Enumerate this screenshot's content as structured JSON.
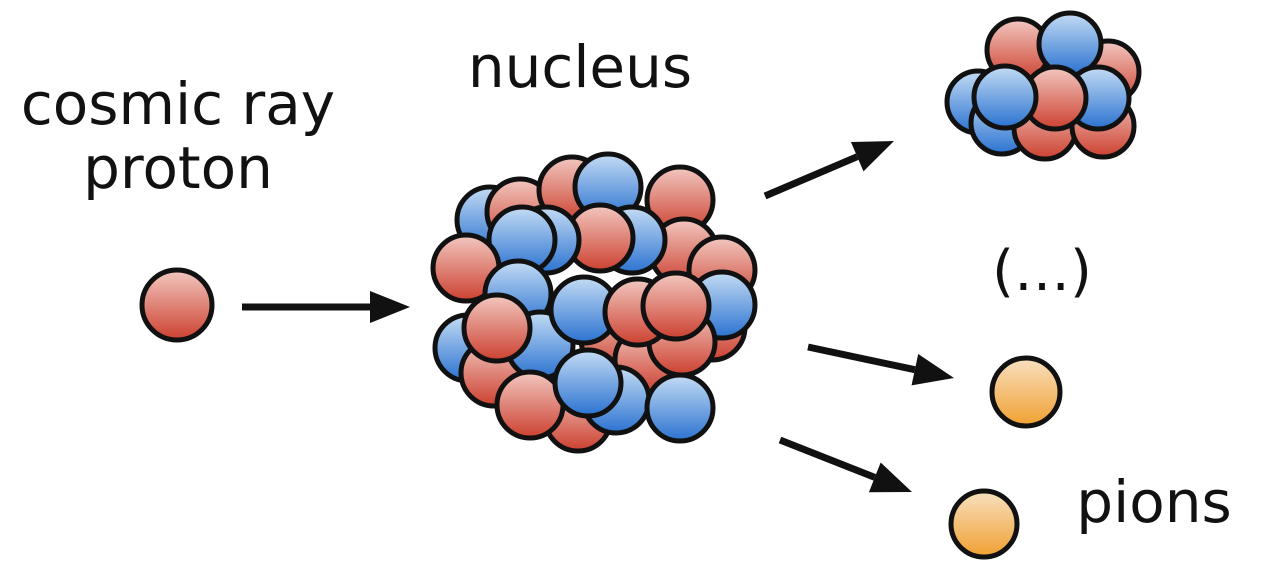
{
  "labels": {
    "cosmic_ray_line1": "cosmic ray",
    "cosmic_ray_line2": "proton",
    "nucleus": "nucleus",
    "ellipsis": "(…)",
    "pions": "pions"
  },
  "particle_types": [
    "proton",
    "neutron",
    "pion"
  ],
  "colors": {
    "proton_light": "#f2c8c0",
    "proton_dark": "#cc4030",
    "neutron_light": "#c4dcf4",
    "neutron_dark": "#2a72d0",
    "pion_light": "#f8e0c0",
    "pion_dark": "#f0a030",
    "outline": "#111111",
    "arrow": "#111111"
  }
}
